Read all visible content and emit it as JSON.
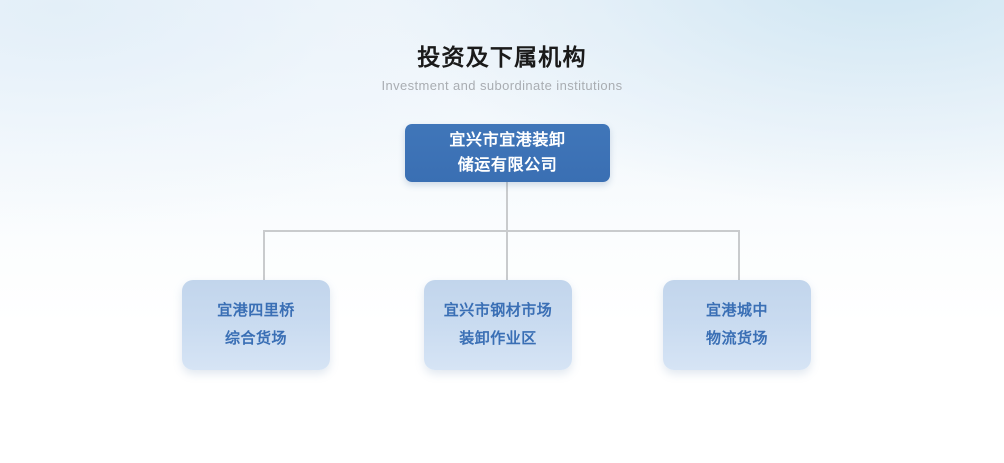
{
  "page": {
    "background_top_tint": "#e4eff8",
    "background_bottom": "#ffffff"
  },
  "header": {
    "title_cn": "投资及下属机构",
    "title_en": "Investment and subordinate institutions",
    "title_color": "#1a1a1a",
    "subtitle_color": "#a9adb2"
  },
  "chart": {
    "type": "org-chart",
    "connector_color": "#c9cbcd",
    "root": {
      "id": "root",
      "lines": [
        "宜兴市宜港装卸",
        "储运有限公司"
      ],
      "full_text": "宜兴市宜港装卸储运有限公司",
      "fill_color": "#3d72b4",
      "text_color": "#ffffff"
    },
    "children": [
      {
        "id": "child-0",
        "lines": [
          "宜港四里桥",
          "综合货场"
        ],
        "full_text": "宜港四里桥综合货场",
        "fill_color": "#c8daef",
        "text_color": "#3a6fb5"
      },
      {
        "id": "child-1",
        "lines": [
          "宜兴市钢材市场",
          "装卸作业区"
        ],
        "full_text": "宜兴市钢材市场装卸作业区",
        "fill_color": "#c8daef",
        "text_color": "#3a6fb5"
      },
      {
        "id": "child-2",
        "lines": [
          "宜港城中",
          "物流货场"
        ],
        "full_text": "宜港城中物流货场",
        "fill_color": "#c8daef",
        "text_color": "#3a6fb5"
      }
    ]
  }
}
